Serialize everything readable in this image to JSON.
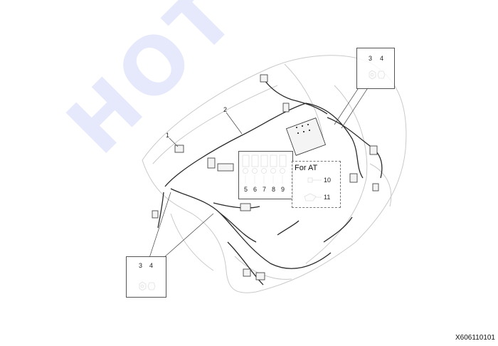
{
  "watermark": "HOT PARTS",
  "image_code": "X606110101",
  "callouts": {
    "c1": "1",
    "c2": "2",
    "box_top": {
      "a": "3",
      "b": "4"
    },
    "box_bottom": {
      "a": "3",
      "b": "4"
    },
    "fuses": [
      "5",
      "6",
      "7",
      "8",
      "9"
    ],
    "for_at": {
      "title": "For AT",
      "a": "10",
      "b": "11"
    }
  }
}
